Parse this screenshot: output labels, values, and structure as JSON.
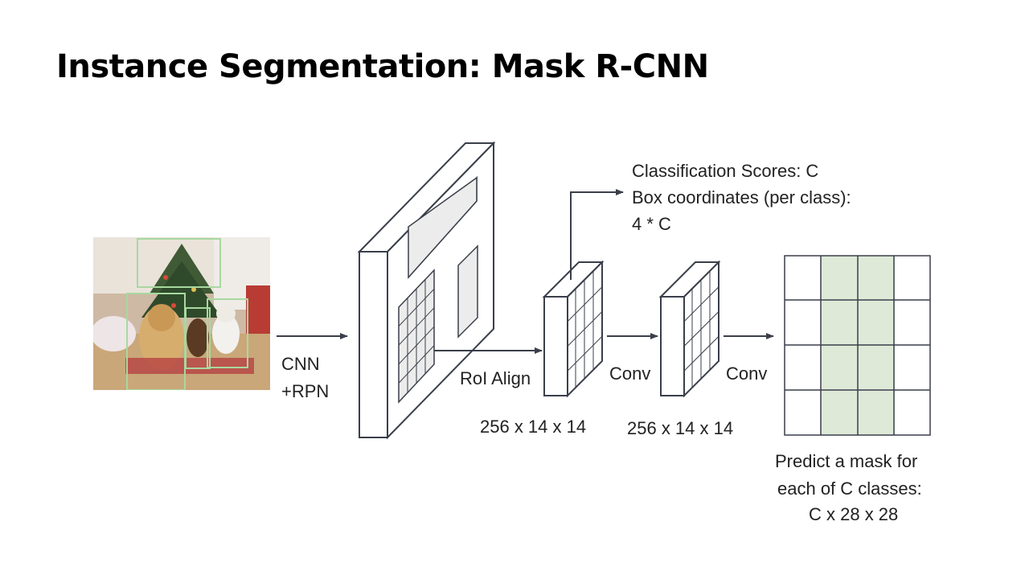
{
  "slide": {
    "title": "Instance Segmentation: Mask R-CNN"
  },
  "diagram": {
    "cnn_label_line1": "CNN",
    "cnn_label_line2": "+RPN",
    "roi_label": "RoI Align",
    "conv1_label": "Conv",
    "conv2_label": "Conv",
    "dim1_label": "256 x 14 x 14",
    "dim2_label": "256 x 14 x 14",
    "cls_line1": "Classification Scores: C",
    "cls_line2": "Box coordinates (per class):",
    "cls_line3": "4 * C",
    "mask_line1": "Predict a mask for",
    "mask_line2": "each of C classes:",
    "mask_line3": "C x 28 x 28"
  },
  "colors": {
    "stroke": "#3a3f4a",
    "mask_fill": "#dfe9d8",
    "roi_box": "#a8d8a0",
    "panel_fill": "#ececec"
  }
}
